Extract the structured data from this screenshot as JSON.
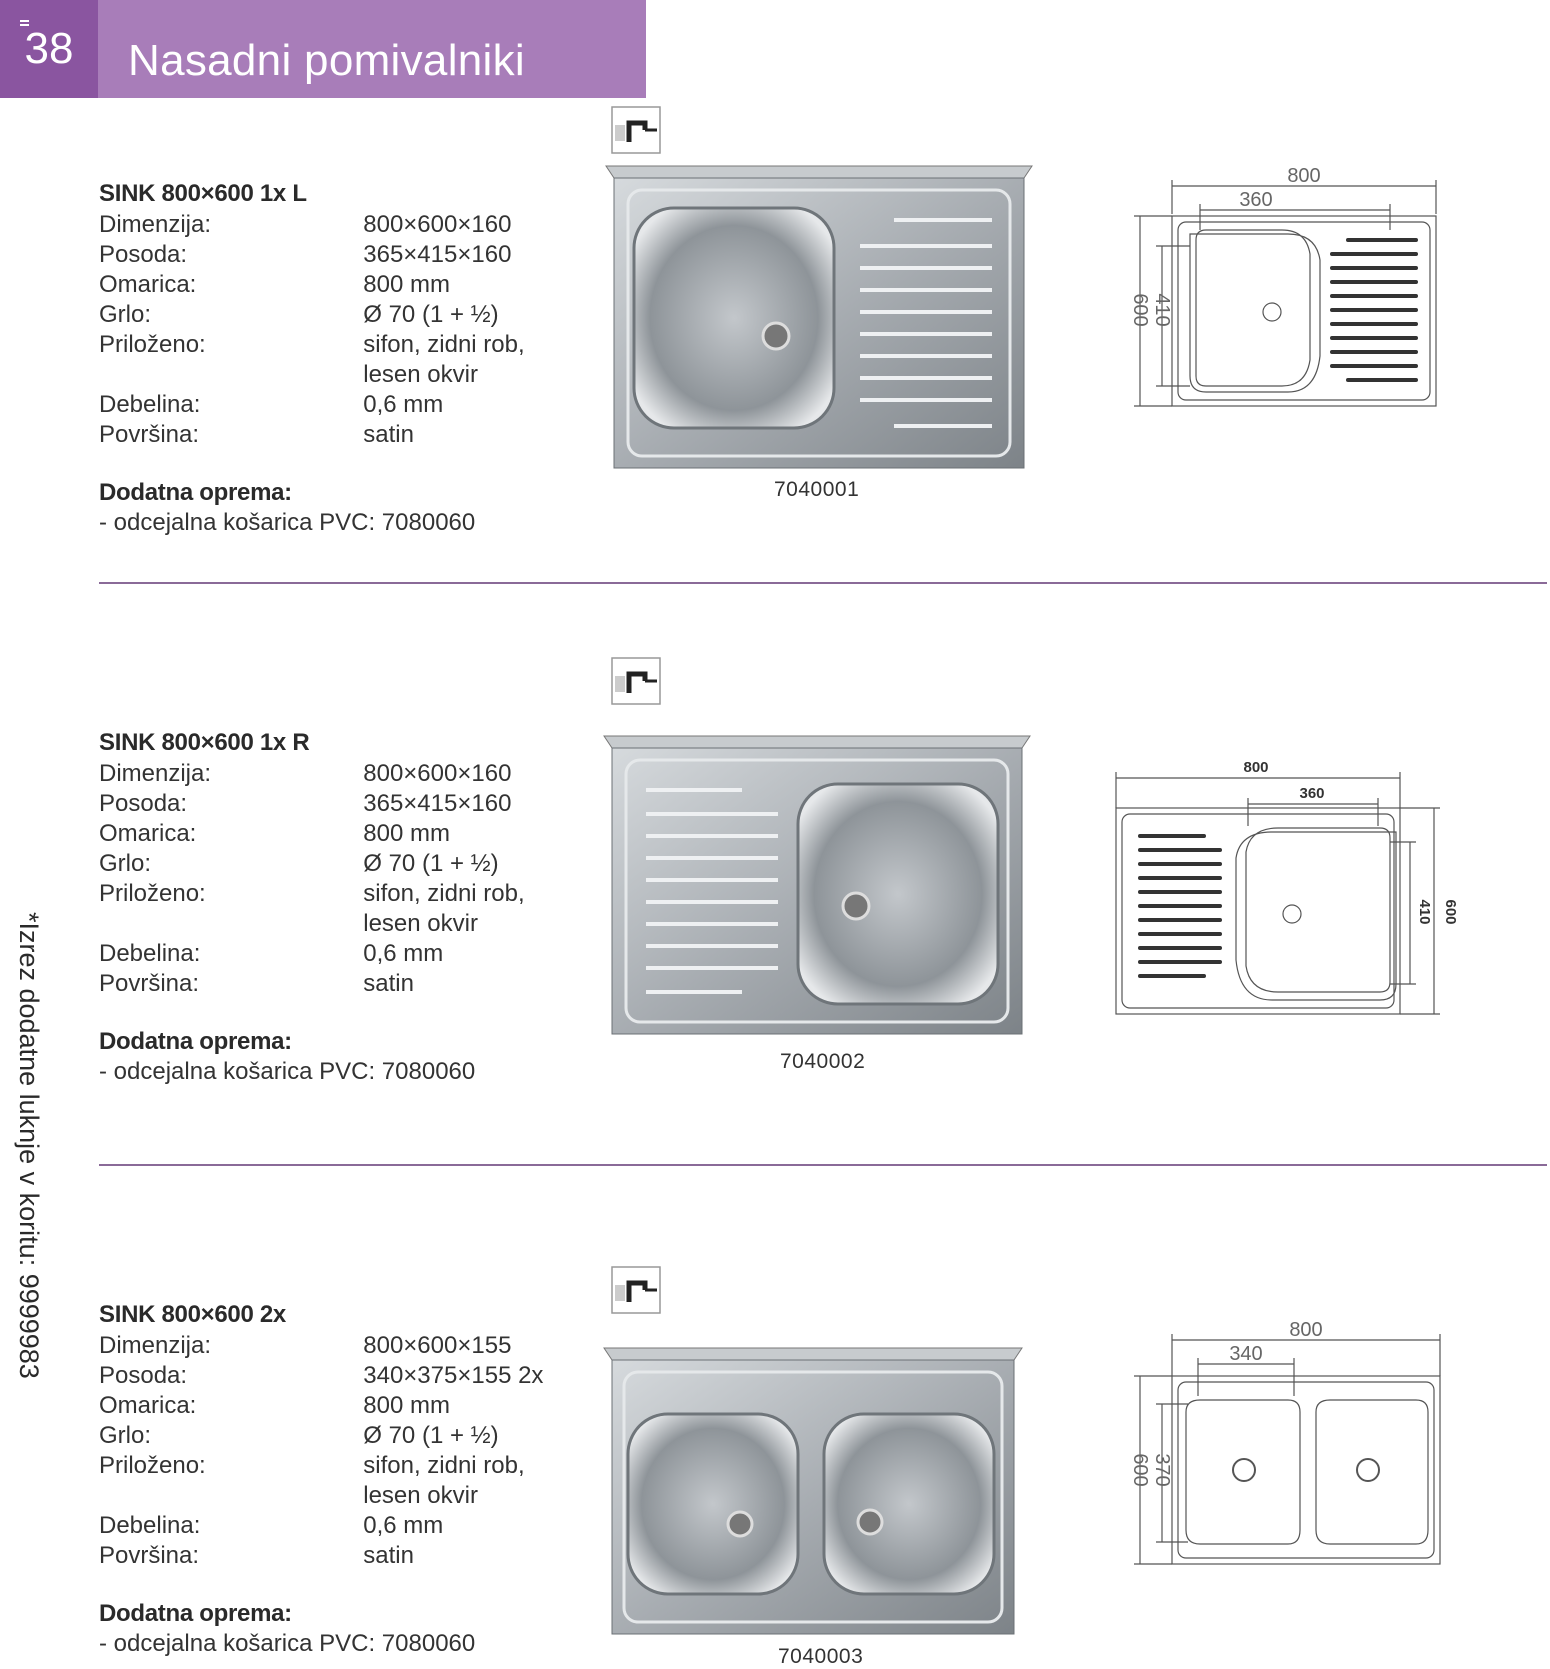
{
  "header": {
    "page_number": "38",
    "title": "Nasadni pomivalniki"
  },
  "side_note": "*Izrez dodatne luknje v koritu: 9999983",
  "colors": {
    "accent": "#8a55a0",
    "accent_light": "#a87db9",
    "divider": "#8a6a98"
  },
  "icons": {
    "mount": "countertop-mount-icon"
  },
  "products": [
    {
      "title": "SINK 800×600 1x L",
      "specs": [
        {
          "label": "Dimenzija:",
          "value": "800×600×160"
        },
        {
          "label": "Posoda:",
          "value": "365×415×160"
        },
        {
          "label": "Omarica:",
          "value": "800 mm"
        },
        {
          "label": "Grlo:",
          "value": "Ø 70 (1 + ½)"
        },
        {
          "label": "Priloženo:",
          "value": "sifon, zidni rob,\nlesen okvir"
        },
        {
          "label": "Debelina:",
          "value": "0,6 mm"
        },
        {
          "label": "Površina:",
          "value": "satin"
        }
      ],
      "extras_title": "Dodatna oprema:",
      "extras": [
        "- odcejalna košarica PVC: 7080060"
      ],
      "code": "7040001",
      "drawing": {
        "width": "800",
        "bowl": "360",
        "height": "600",
        "bowl_height": "410"
      }
    },
    {
      "title": "SINK 800×600 1x R",
      "specs": [
        {
          "label": "Dimenzija:",
          "value": "800×600×160"
        },
        {
          "label": "Posoda:",
          "value": "365×415×160"
        },
        {
          "label": "Omarica:",
          "value": "800 mm"
        },
        {
          "label": "Grlo:",
          "value": "Ø 70 (1 + ½)"
        },
        {
          "label": "Priloženo:",
          "value": "sifon, zidni rob,\nlesen okvir"
        },
        {
          "label": "Debelina:",
          "value": "0,6 mm"
        },
        {
          "label": "Površina:",
          "value": "satin"
        }
      ],
      "extras_title": "Dodatna oprema:",
      "extras": [
        "- odcejalna košarica PVC: 7080060"
      ],
      "code": "7040002",
      "drawing": {
        "width": "800",
        "bowl": "360",
        "height": "600",
        "bowl_height": "410"
      }
    },
    {
      "title": "SINK 800×600 2x",
      "specs": [
        {
          "label": "Dimenzija:",
          "value": "800×600×155"
        },
        {
          "label": "Posoda:",
          "value": "340×375×155 2x"
        },
        {
          "label": "Omarica:",
          "value": "800 mm"
        },
        {
          "label": "Grlo:",
          "value": "Ø 70 (1 + ½)"
        },
        {
          "label": "Priloženo:",
          "value": "sifon, zidni rob,\nlesen okvir"
        },
        {
          "label": "Debelina:",
          "value": "0,6 mm"
        },
        {
          "label": "Površina:",
          "value": "satin"
        }
      ],
      "extras_title": "Dodatna oprema:",
      "extras": [
        "- odcejalna košarica PVC: 7080060"
      ],
      "code": "7040003",
      "drawing": {
        "width": "800",
        "bowl": "340",
        "height": "600",
        "bowl_height": "370"
      }
    }
  ]
}
